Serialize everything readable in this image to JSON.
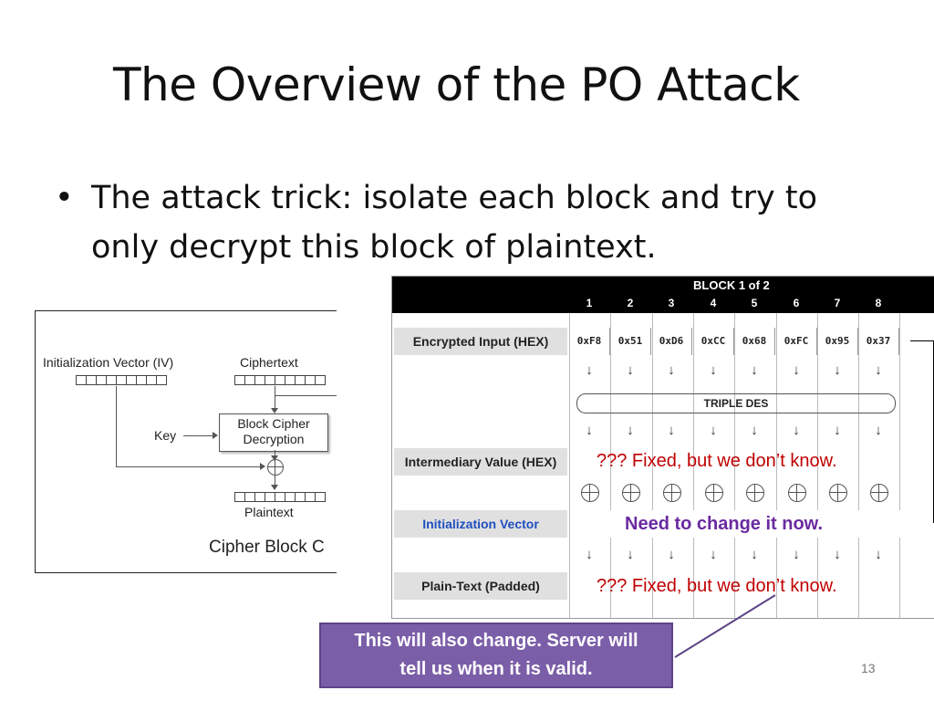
{
  "slide": {
    "title": "The Overview of the PO Attack",
    "bullet": "The attack trick: isolate each block and try to only decrypt this block of plaintext.",
    "page_number": "13"
  },
  "cbc_diagram": {
    "iv_label": "Initialization Vector (IV)",
    "ciphertext_label": "Ciphertext",
    "key_label": "Key",
    "block_cipher_label_1": "Block Cipher",
    "block_cipher_label_2": "Decryption",
    "plaintext_label": "Plaintext",
    "caption": "Cipher Block C"
  },
  "po_table": {
    "block_title": "BLOCK 1 of 2",
    "columns": [
      "1",
      "2",
      "3",
      "4",
      "5",
      "6",
      "7",
      "8"
    ],
    "rows": {
      "encrypted_input": "Encrypted Input (HEX)",
      "intermediary": "Intermediary Value (HEX)",
      "iv": "Initialization Vector",
      "plaintext": "Plain-Text (Padded)"
    },
    "encrypted_hex": [
      "0xF8",
      "0x51",
      "0xD6",
      "0xCC",
      "0x68",
      "0xFC",
      "0x95",
      "0x37"
    ],
    "triple_des": "TRIPLE DES",
    "note_intermediary": "??? Fixed, but we don’t know.",
    "note_iv": "Need to change it now.",
    "note_plaintext": "??? Fixed, but we don’t know."
  },
  "callout": {
    "line1": "This will also change. Server will",
    "line2": "tell us when it is valid."
  },
  "colors": {
    "red_note": "#c00000",
    "purple_note": "#6a2aa0",
    "callout_bg": "#7b5ea8",
    "iv_label": "#1f4fbf"
  }
}
